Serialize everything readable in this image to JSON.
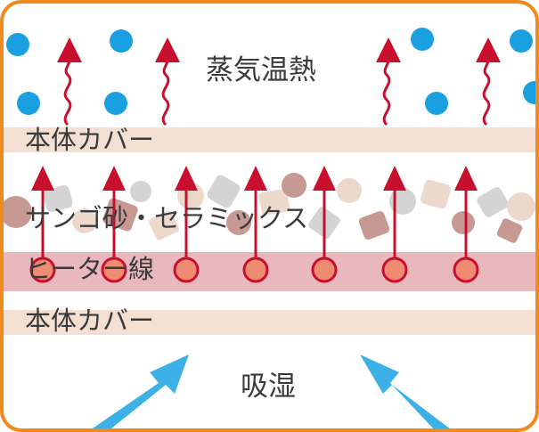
{
  "labels": {
    "steam_heat": "蒸気温熱",
    "cover_top": "本体カバー",
    "coral_ceramics": "サンゴ砂・セラミックス",
    "heater_wire": "ヒーター線",
    "cover_bottom": "本体カバー",
    "moisture_absorb": "吸湿"
  },
  "colors": {
    "frame": "#ef8a1f",
    "cover_band": "#f4e0d3",
    "heater_band": "#e9b8bd",
    "heat_arrow": "#c8102e",
    "heater_dot": "#ef8b73",
    "vapor_dot": "#1aa0e0",
    "absorb_arrow": "#3db0e8",
    "coral_dark": "#c69a92",
    "coral_light": "#ecd9cc",
    "coral_gray": "#d4d4d4"
  }
}
